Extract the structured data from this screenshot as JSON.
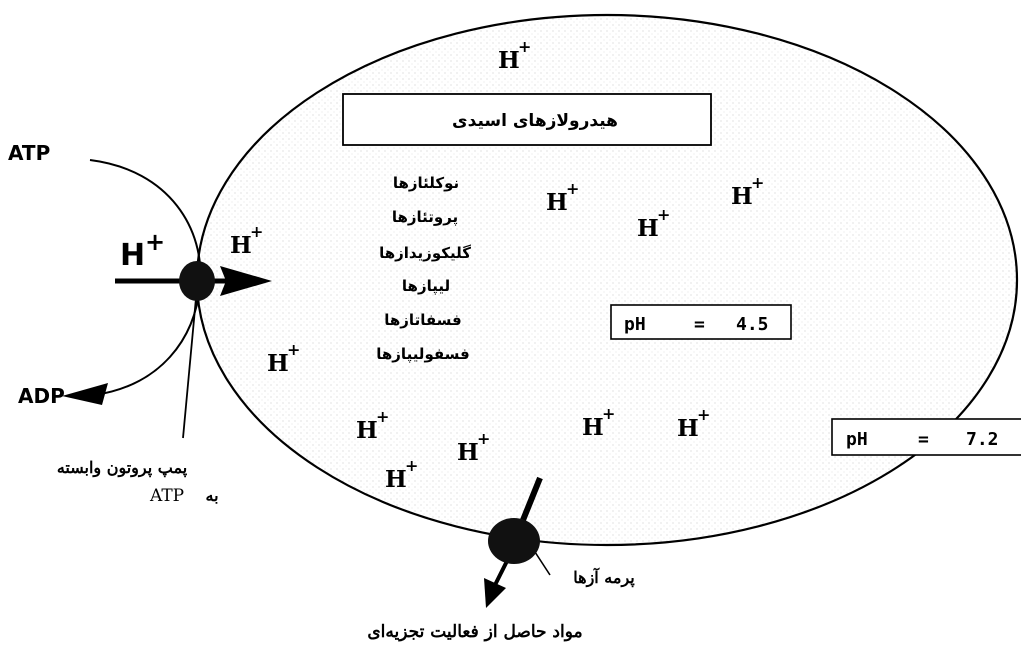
{
  "hplus": {
    "base": "H",
    "sup": "+"
  },
  "labels": {
    "atp": "ATP",
    "adp": "ADP",
    "pump_h": "H",
    "pump_h_sup": "+"
  },
  "acid_hydrolases_box": "هیدرولازهای اسیدی",
  "enzymes": [
    "نوکلئازها",
    "پروتئازها",
    "گلیکوزیدازها",
    "لیپازها",
    "فسفاتازها",
    "فسفولیپازها"
  ],
  "ph_inside": {
    "label": "pH",
    "eq": "=",
    "value": "4.5"
  },
  "ph_outside": {
    "label": "pH",
    "eq": "=",
    "value": "7.2"
  },
  "pump_caption": {
    "line1": "پمپ پروتون وابسته",
    "line2_word": "به",
    "line2_atp": "ATP"
  },
  "permease_caption": "پرمه آزها",
  "products_caption": "مواد حاصل از فعالیت تجزیه‌ای",
  "colors": {
    "stroke": "#000000",
    "fill_light": "#f4f4f4",
    "background": "#ffffff"
  }
}
